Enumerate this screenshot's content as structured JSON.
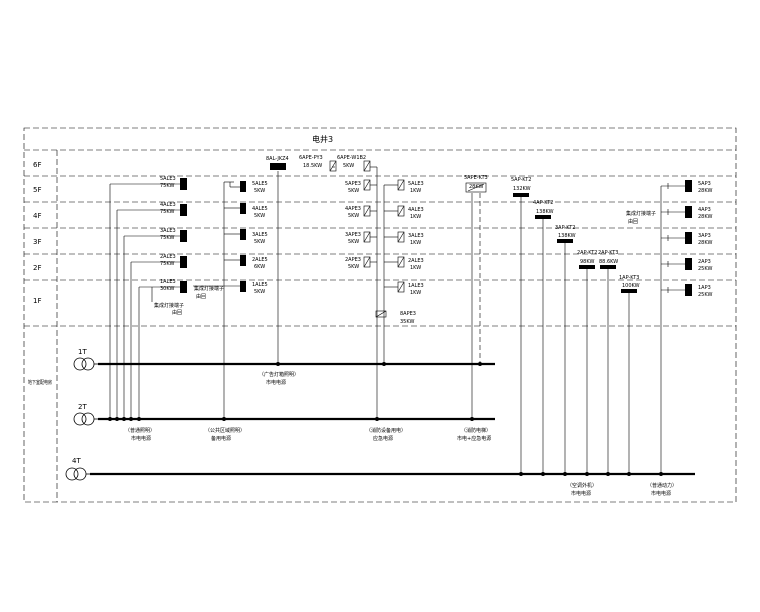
{
  "title": "电井3",
  "floors": [
    "6F",
    "5F",
    "4F",
    "3F",
    "2F",
    "1F"
  ],
  "basement_label": "地下室配电房",
  "transformers": [
    "1T",
    "2T",
    "4T"
  ],
  "col1": {
    "panels": [
      {
        "name": "5ALE3",
        "power": "75KW"
      },
      {
        "name": "4ALE3",
        "power": "75KW"
      },
      {
        "name": "3ALE3",
        "power": "75KW"
      },
      {
        "name": "2ALE3",
        "power": "75KW"
      },
      {
        "name": "1ALE3",
        "power": "30KW"
      }
    ],
    "note_l1": "集成灯接端子",
    "note_l2": "由回",
    "bus_label_l1": "（普通照明）",
    "bus_label_l2": "市电电源"
  },
  "col2": {
    "panels": [
      {
        "name": "5ALE5",
        "power": "5KW"
      },
      {
        "name": "4ALE5",
        "power": "5KW"
      },
      {
        "name": "3ALE5",
        "power": "5KW"
      },
      {
        "name": "2ALE5",
        "power": "6KW"
      },
      {
        "name": "1ALE5",
        "power": "5KW"
      }
    ],
    "note_l1": "集成灯接端子",
    "note_l2": "由回",
    "bus_label_l1": "（公共区域照明）",
    "bus_label_l2": "备用电源"
  },
  "col3": {
    "top_name": "8AL-JKZ4",
    "bus_label_l1": "（广告灯箱照明）",
    "bus_label_l2": "市电电源"
  },
  "col4": {
    "top_pe": {
      "name": "6APE-PY3",
      "power": "18.5KW"
    },
    "top_apew": {
      "name": "6APE-W1B2",
      "power": "5KW"
    },
    "ape": [
      {
        "name": "5APE3",
        "power": "5KW"
      },
      {
        "name": "4APE3",
        "power": "5KW"
      },
      {
        "name": "3APE3",
        "power": "5KW"
      },
      {
        "name": "2APE3",
        "power": "5KW"
      }
    ],
    "ale": [
      {
        "name": "5ALE3",
        "power": "1KW"
      },
      {
        "name": "4ALE3",
        "power": "1KW"
      },
      {
        "name": "3ALE3",
        "power": "1KW"
      },
      {
        "name": "2ALE3",
        "power": "1KW"
      },
      {
        "name": "1ALE3",
        "power": "1KW"
      }
    ],
    "bottom": {
      "name": "8APE3",
      "power": "35KW"
    },
    "bus_label_l1": "（消防设备用电）",
    "bus_label_l2": "应急电源"
  },
  "col5": {
    "name": "5APE-KT3",
    "power": "28KW",
    "bus_label_l1": "（消防电梯）",
    "bus_label_l2": "市电+应急电源"
  },
  "col6": {
    "panels": [
      {
        "name": "5AP-KT2",
        "power": "132KW"
      },
      {
        "name": "4AP-KT2",
        "power": "138KW"
      },
      {
        "name": "3AP-KT2",
        "power": "138KW"
      },
      {
        "name": "2AP-KT2",
        "power": "98KW"
      },
      {
        "name": "2AP-KT3",
        "power": "88.6KW"
      },
      {
        "name": "1AP-KT3",
        "power": "100KW"
      }
    ],
    "bus_label_l1": "（空调外机）",
    "bus_label_l2": "市电电源"
  },
  "col7": {
    "panels": [
      {
        "name": "5AP3",
        "power": "28KW"
      },
      {
        "name": "4AP3",
        "power": "28KW"
      },
      {
        "name": "3AP3",
        "power": "28KW"
      },
      {
        "name": "2AP3",
        "power": "25KW"
      },
      {
        "name": "1AP3",
        "power": "25KW"
      }
    ],
    "note_l1": "集成灯接端子",
    "note_l2": "由回",
    "bus_label_l1": "（普通动力）",
    "bus_label_l2": "市电电源"
  }
}
